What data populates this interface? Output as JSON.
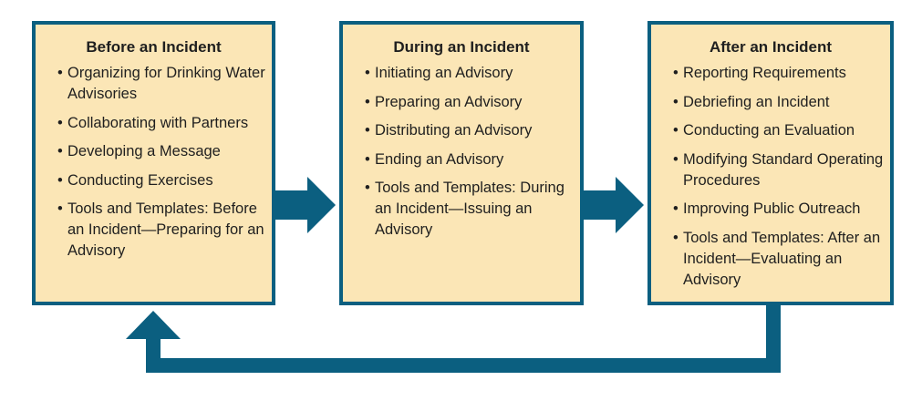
{
  "colors": {
    "box_fill": "#fbe6b6",
    "border_and_arrows": "#0b5f80"
  },
  "boxes": [
    {
      "title": "Before an Incident",
      "items": [
        "Organizing for Drinking Water Advisories",
        "Collaborating with Partners",
        "Developing a Message",
        "Conducting Exercises",
        "Tools and Templates: Before an Incident—Preparing for an Advisory"
      ]
    },
    {
      "title": "During an Incident",
      "items": [
        "Initiating an Advisory",
        "Preparing an Advisory",
        "Distributing an Advisory",
        "Ending an Advisory",
        "Tools and Templates: During an Incident—Issuing an Advisory"
      ]
    },
    {
      "title": "After an Incident",
      "items": [
        "Reporting Requirements",
        "Debriefing an Incident",
        "Conducting an Evaluation",
        "Modifying Standard Operating Procedures",
        "Improving Public Outreach",
        "Tools and Templates: After an Incident—Evaluating an Advisory"
      ]
    }
  ]
}
